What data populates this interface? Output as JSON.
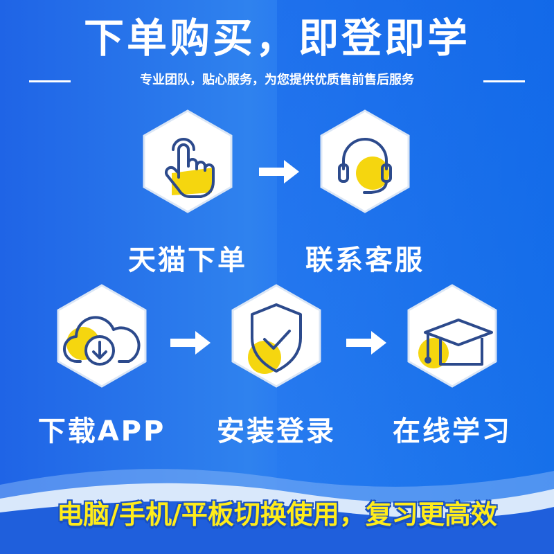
{
  "header": {
    "title": "下单购买，即登即学",
    "subtitle": "专业团队，贴心服务，为您提供优质售前售后服务"
  },
  "steps": [
    {
      "label": "天猫下单",
      "icon": "tap-hand-icon"
    },
    {
      "label": "联系客服",
      "icon": "headset-icon"
    },
    {
      "label": "下载APP",
      "icon": "cloud-download-icon"
    },
    {
      "label": "安装登录",
      "icon": "shield-check-icon"
    },
    {
      "label": "在线学习",
      "icon": "graduation-cap-icon"
    }
  ],
  "footer": {
    "slogan": "电脑/手机/平板切换使用，复习更高效"
  },
  "colors": {
    "background": "#2a7df0",
    "icon_stroke": "#2c4a8c",
    "accent_yellow": "#f5d60f",
    "slogan": "#ffec1a"
  }
}
